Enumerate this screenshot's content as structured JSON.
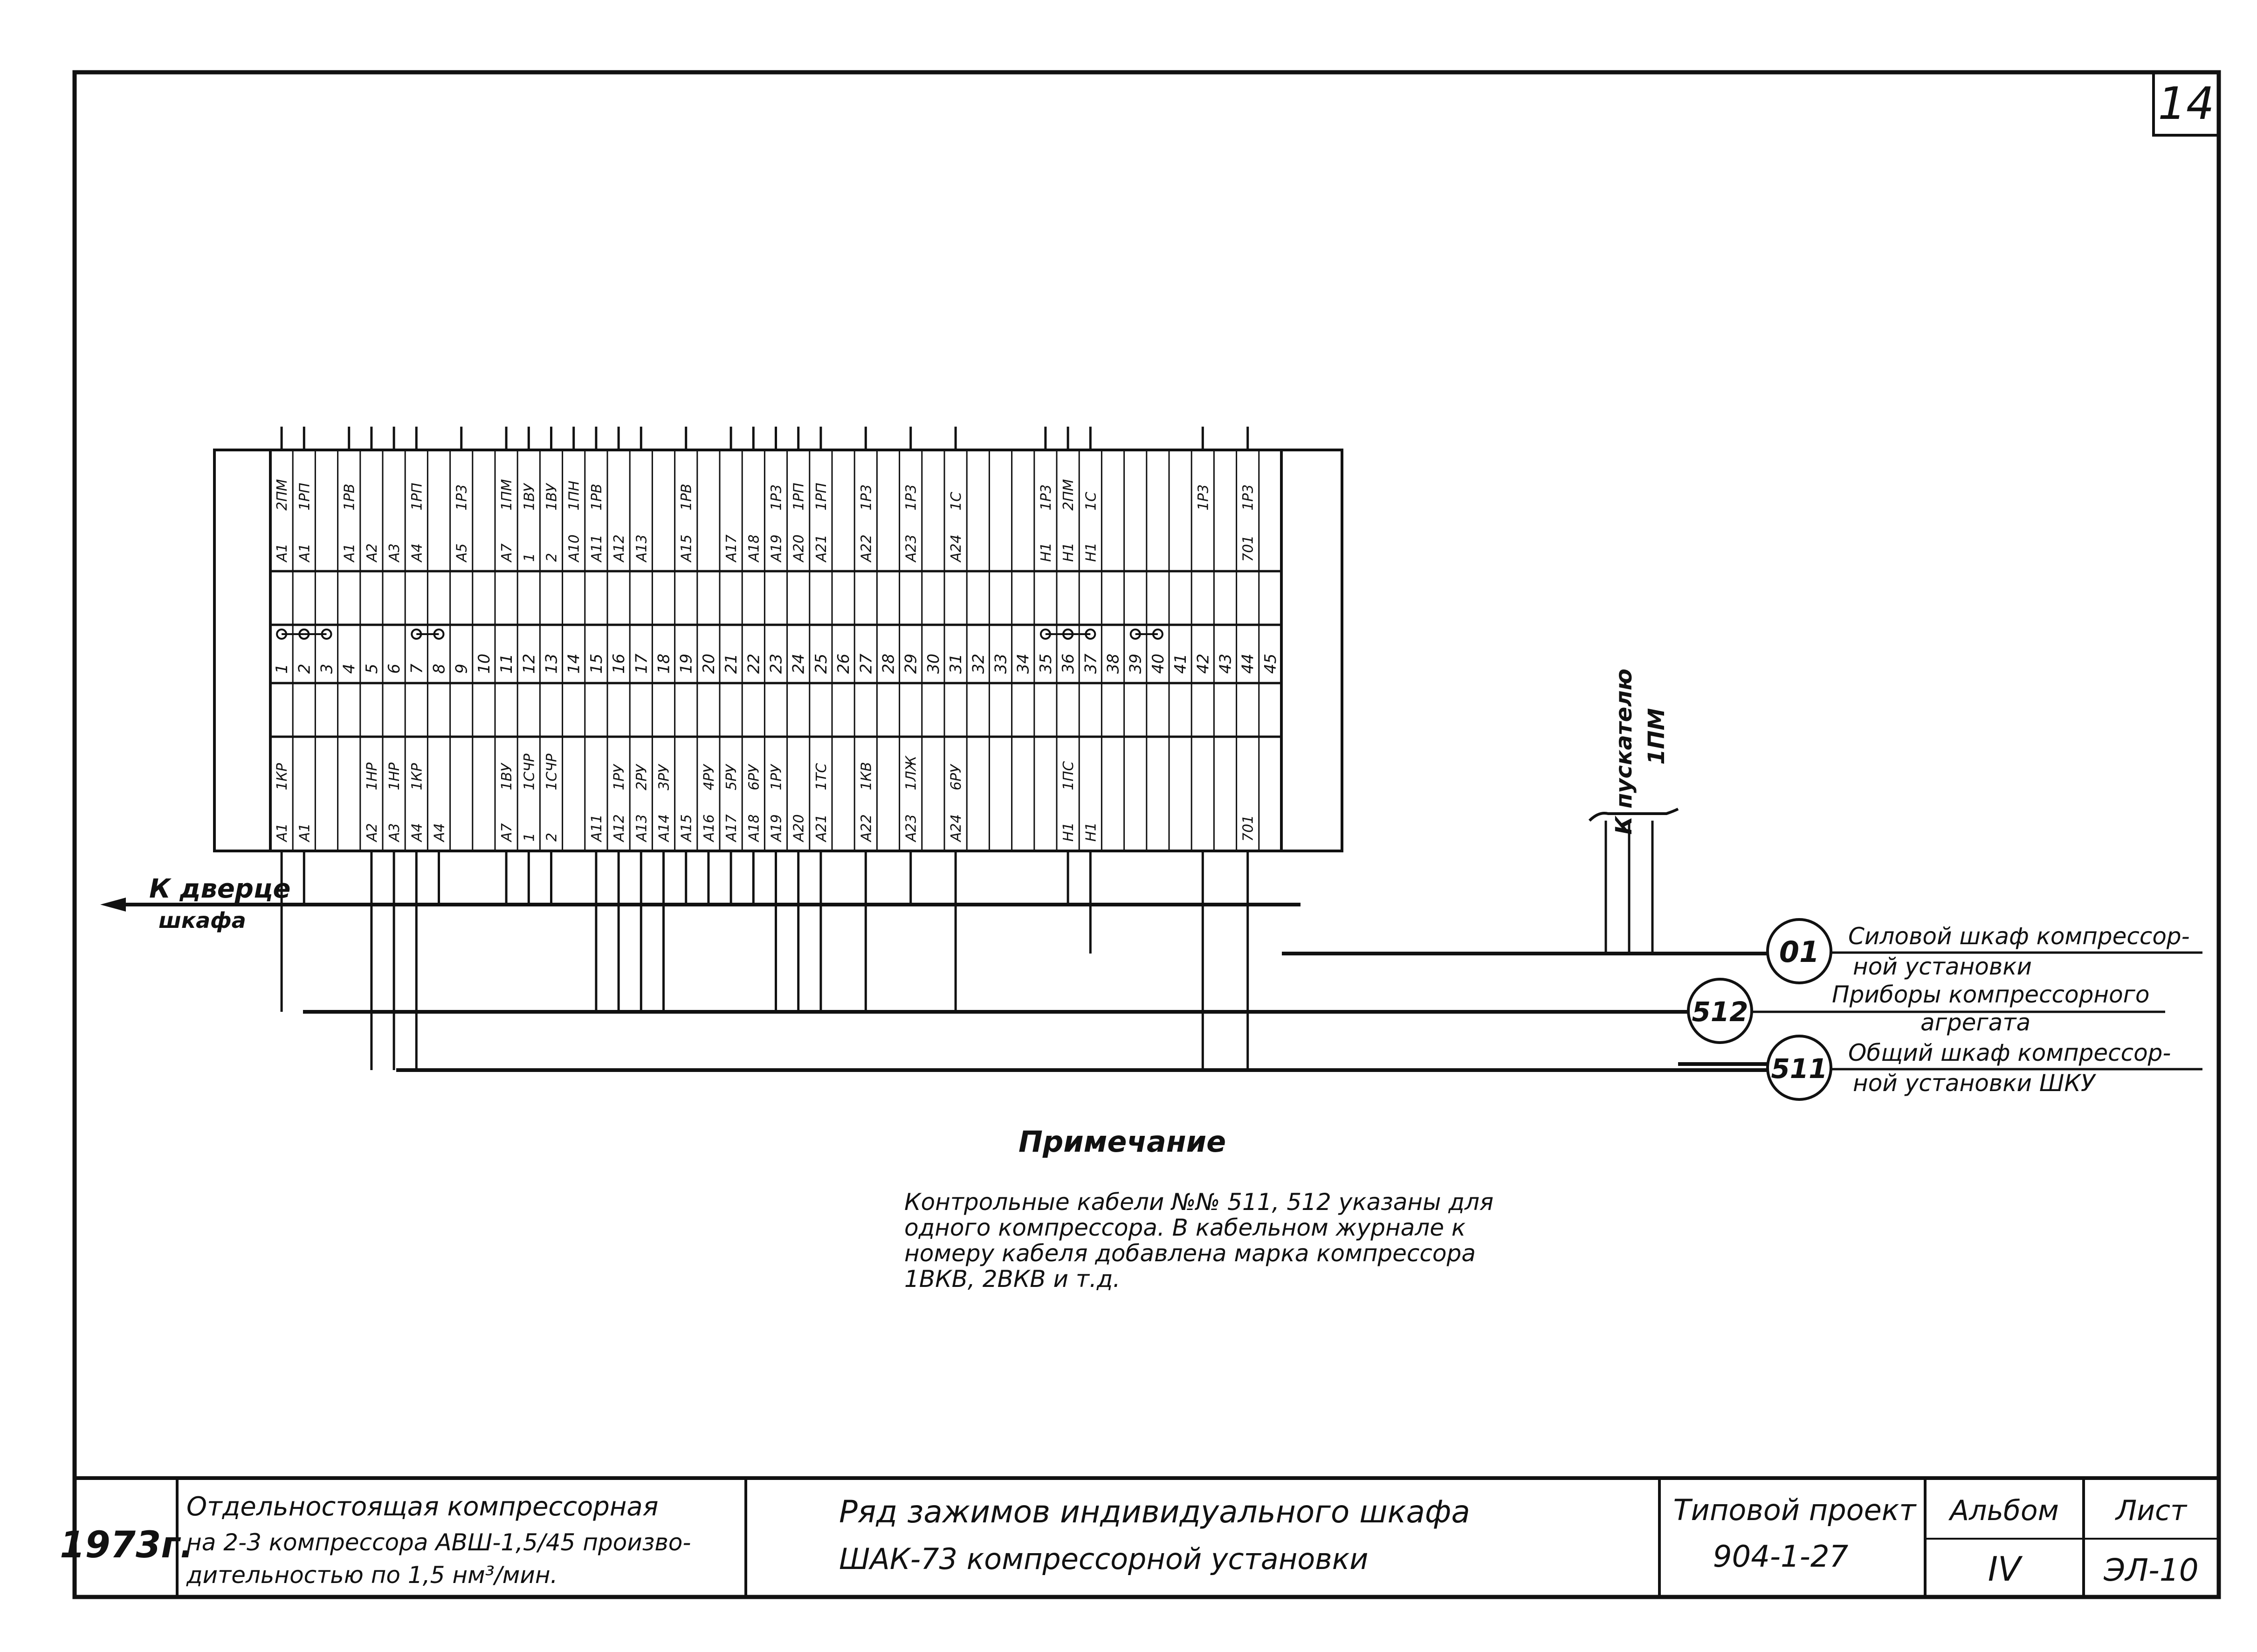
{
  "sheet_number": "14",
  "terminal_numbers": [
    "1",
    "2",
    "3",
    "4",
    "5",
    "6",
    "7",
    "8",
    "9",
    "10",
    "11",
    "12",
    "13",
    "14",
    "15",
    "16",
    "17",
    "18",
    "19",
    "20",
    "21",
    "22",
    "23",
    "24",
    "25",
    "26",
    "27",
    "28",
    "29",
    "30",
    "31",
    "32",
    "33",
    "34",
    "35",
    "36",
    "37",
    "38",
    "39",
    "40",
    "41",
    "42",
    "43",
    "44",
    "45"
  ],
  "top_labels": [
    {
      "a": "A1",
      "b": "2ПМ"
    },
    {
      "a": "A1",
      "b": "1РП"
    },
    {
      "a": "",
      "b": ""
    },
    {
      "a": "A1",
      "b": "1РВ"
    },
    {
      "a": "A2",
      "b": ""
    },
    {
      "a": "A3",
      "b": ""
    },
    {
      "a": "A4",
      "b": "1РП"
    },
    {
      "a": "",
      "b": ""
    },
    {
      "a": "A5",
      "b": "1Р3"
    },
    {
      "a": "",
      "b": ""
    },
    {
      "a": "A7",
      "b": "1ПМ"
    },
    {
      "a": "1",
      "b": "1ВУ"
    },
    {
      "a": "2",
      "b": "1ВУ"
    },
    {
      "a": "A10",
      "b": "1ПН"
    },
    {
      "a": "A11",
      "b": "1РВ"
    },
    {
      "a": "A12",
      "b": ""
    },
    {
      "a": "A13",
      "b": ""
    },
    {
      "a": "",
      "b": ""
    },
    {
      "a": "A15",
      "b": "1РВ"
    },
    {
      "a": "",
      "b": ""
    },
    {
      "a": "A17",
      "b": ""
    },
    {
      "a": "A18",
      "b": ""
    },
    {
      "a": "A19",
      "b": "1Р3"
    },
    {
      "a": "A20",
      "b": "1РП"
    },
    {
      "a": "A21",
      "b": "1РП"
    },
    {
      "a": "",
      "b": ""
    },
    {
      "a": "A22",
      "b": "1Р3"
    },
    {
      "a": "",
      "b": ""
    },
    {
      "a": "A23",
      "b": "1Р3"
    },
    {
      "a": "",
      "b": ""
    },
    {
      "a": "A24",
      "b": "1С"
    },
    {
      "a": "",
      "b": ""
    },
    {
      "a": "",
      "b": ""
    },
    {
      "a": "",
      "b": ""
    },
    {
      "a": "H1",
      "b": "1Р3"
    },
    {
      "a": "H1",
      "b": "2ПМ"
    },
    {
      "a": "H1",
      "b": "1С"
    },
    {
      "a": "",
      "b": ""
    },
    {
      "a": "",
      "b": ""
    },
    {
      "a": "",
      "b": ""
    },
    {
      "a": "",
      "b": ""
    },
    {
      "a": "",
      "b": "1Р3"
    },
    {
      "a": "",
      "b": ""
    },
    {
      "a": "701",
      "b": "1Р3"
    },
    {
      "a": "",
      "b": ""
    }
  ],
  "bottom_labels": [
    {
      "a": "A1",
      "b": "1КР"
    },
    {
      "a": "A1",
      "b": ""
    },
    {
      "a": "",
      "b": ""
    },
    {
      "a": "",
      "b": ""
    },
    {
      "a": "A2",
      "b": "1НР"
    },
    {
      "a": "A3",
      "b": "1НР"
    },
    {
      "a": "A4",
      "b": "1КР"
    },
    {
      "a": "A4",
      "b": ""
    },
    {
      "a": "",
      "b": ""
    },
    {
      "a": "",
      "b": ""
    },
    {
      "a": "A7",
      "b": "1ВУ"
    },
    {
      "a": "1",
      "b": "1СЧР"
    },
    {
      "a": "2",
      "b": "1СЧР"
    },
    {
      "a": "",
      "b": ""
    },
    {
      "a": "A11",
      "b": ""
    },
    {
      "a": "A12",
      "b": "1РУ"
    },
    {
      "a": "A13",
      "b": "2РУ"
    },
    {
      "a": "A14",
      "b": "3РУ"
    },
    {
      "a": "A15",
      "b": ""
    },
    {
      "a": "A16",
      "b": "4РУ"
    },
    {
      "a": "A17",
      "b": "5РУ"
    },
    {
      "a": "A18",
      "b": "6РУ"
    },
    {
      "a": "A19",
      "b": "1РУ"
    },
    {
      "a": "A20",
      "b": ""
    },
    {
      "a": "A21",
      "b": "1ТС"
    },
    {
      "a": "",
      "b": ""
    },
    {
      "a": "A22",
      "b": "1КВ"
    },
    {
      "a": "",
      "b": ""
    },
    {
      "a": "A23",
      "b": "1ЛЖ"
    },
    {
      "a": "",
      "b": ""
    },
    {
      "a": "A24",
      "b": "6РУ"
    },
    {
      "a": "",
      "b": ""
    },
    {
      "a": "",
      "b": ""
    },
    {
      "a": "",
      "b": ""
    },
    {
      "a": "",
      "b": ""
    },
    {
      "a": "H1",
      "b": "1ПС"
    },
    {
      "a": "H1",
      "b": ""
    },
    {
      "a": "",
      "b": ""
    },
    {
      "a": "",
      "b": ""
    },
    {
      "a": "",
      "b": ""
    },
    {
      "a": "",
      "b": ""
    },
    {
      "a": "",
      "b": ""
    },
    {
      "a": "",
      "b": ""
    },
    {
      "a": "701",
      "b": ""
    },
    {
      "a": "",
      "b": ""
    }
  ],
  "door_label": {
    "line1": "К дверце",
    "line2": "шкафа"
  },
  "starter_label": {
    "line1": "К пускателю",
    "line2": "1ПМ"
  },
  "cables": [
    {
      "id": "01",
      "line1": "Силовой шкаф компрессор-",
      "line2": "ной установки"
    },
    {
      "id": "512",
      "line1": "Приборы компрессорного",
      "line2": "агрегата"
    },
    {
      "id": "511",
      "line1": "Общий шкаф компрессор-",
      "line2": "ной установки ШКУ"
    }
  ],
  "note": {
    "title": "Примечание",
    "lines": [
      "Контрольные кабели №№ 511, 512 указаны для",
      "одного компрессора. В кабельном журнале к",
      "номеру кабеля добавлена марка компрессора",
      "1ВКВ, 2ВКВ и т.д."
    ]
  },
  "title_block": {
    "year": "1973г.",
    "object_lines": [
      "Отдельностоящая компрессорная",
      "на 2-3 компрессора АВШ-1,5/45 произво-",
      "дительностью по 1,5 нм³/мин."
    ],
    "drawing_lines": [
      "Ряд зажимов индивидуального шкафа",
      "ШАК-73 компрессорной установки"
    ],
    "project_label": "Типовой проект",
    "project_number": "904-1-27",
    "album_label": "Альбом",
    "album_number": "IV",
    "sheet_label": "Лист",
    "sheet_code": "ЭЛ-10"
  }
}
